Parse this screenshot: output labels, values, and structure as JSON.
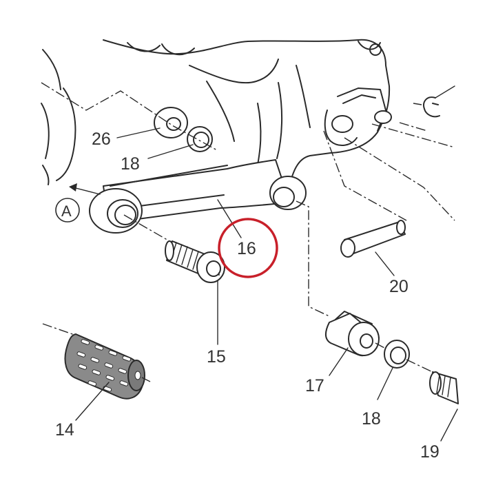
{
  "callouts": {
    "p14": "14",
    "p15": "15",
    "p16": "16",
    "p17": "17",
    "p18a": "18",
    "p18b": "18",
    "p19": "19",
    "p20": "20",
    "p26": "26",
    "view": "A"
  },
  "colors": {
    "line": "#2a2a2a",
    "highlight": "#c8202a",
    "grip": "#8a8a8a"
  }
}
